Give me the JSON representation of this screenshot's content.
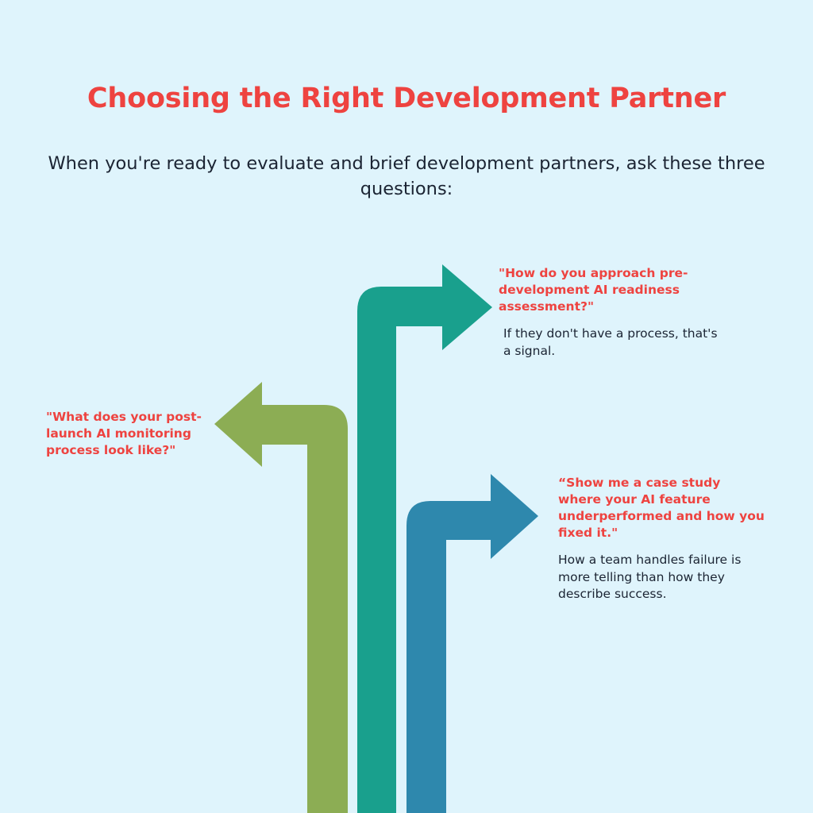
{
  "header": {
    "title": "Choosing the Right Development Partner",
    "intro": "When you're ready to evaluate and brief development partners, ask these three questions:"
  },
  "questions": [
    {
      "question": "\"How do you approach pre-development AI readiness assessment?\"",
      "note": "If they don't have a process, that's a signal."
    },
    {
      "question": "\"What does your post-launch AI monitoring process look like?\""
    },
    {
      "question": "“Show me a case study where your AI feature underperformed and how you fixed it.\"",
      "note": "How a team handles failure is more telling than how they describe success."
    }
  ],
  "colors": {
    "background": "#dff4fc",
    "title": "#ee4340",
    "question_text": "#ee4340",
    "body_text": "#1b2433",
    "arrow_teal": "#19a08d",
    "arrow_green": "#8cad54",
    "arrow_blue": "#2e88ad"
  },
  "icons": [
    "arrow-up-right-teal-icon",
    "arrow-up-left-green-icon",
    "arrow-up-right-blue-icon"
  ]
}
